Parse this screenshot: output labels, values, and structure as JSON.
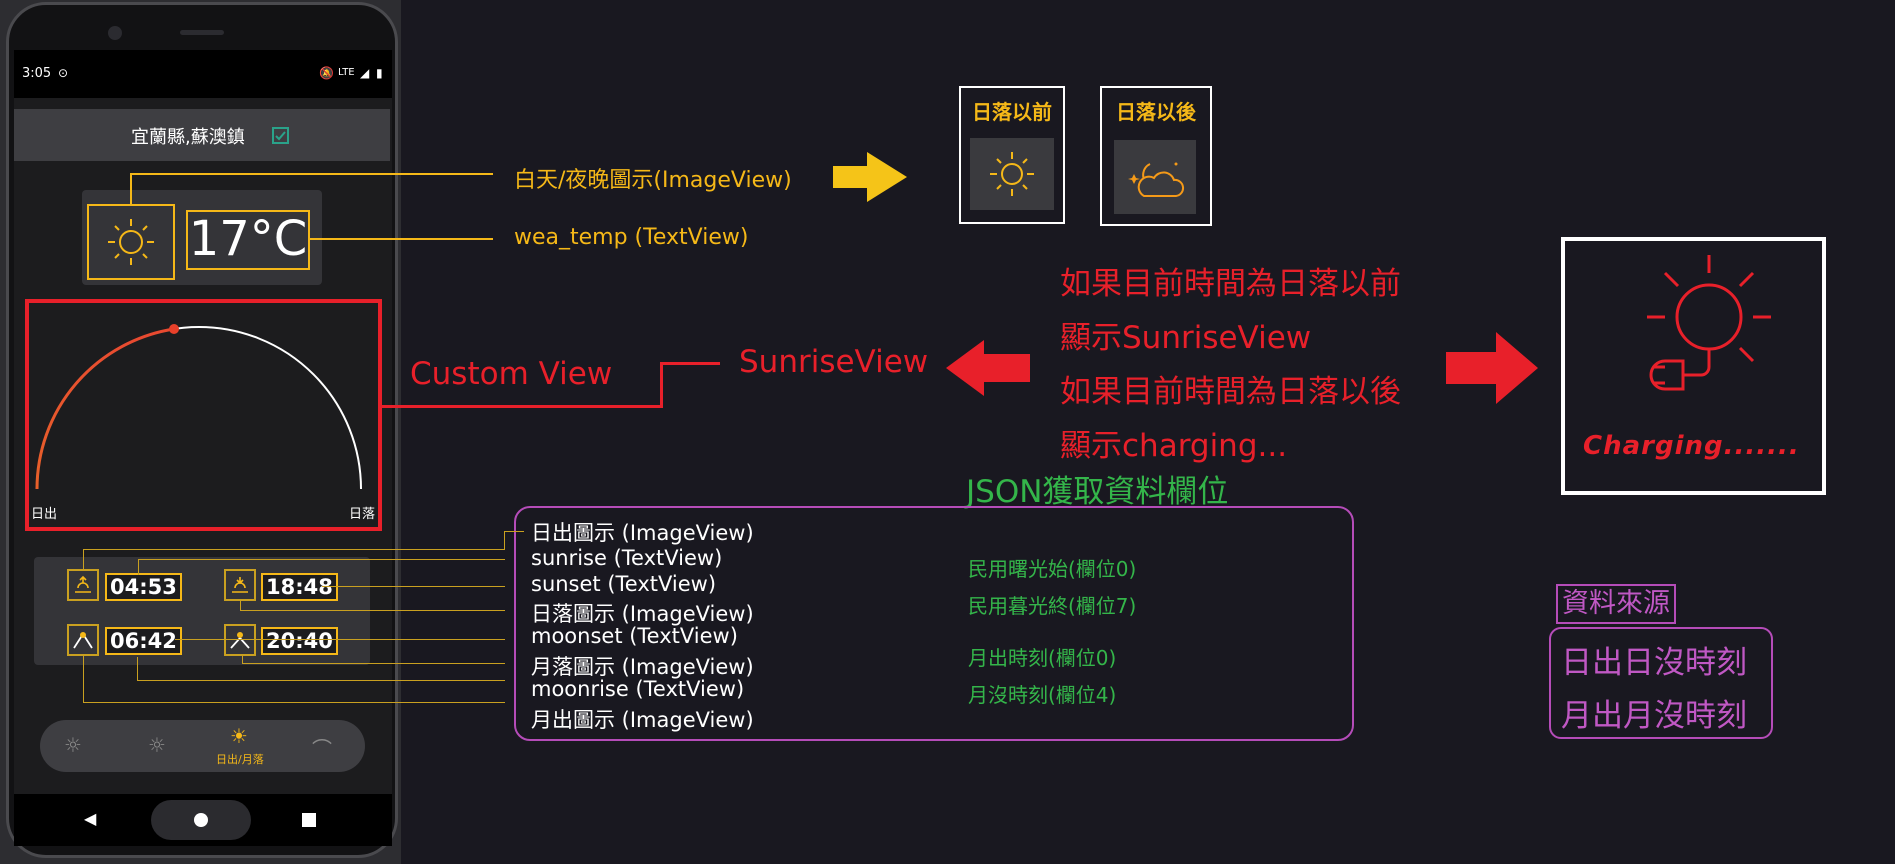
{
  "phone": {
    "status_time": "3:05",
    "status_network": "LTE",
    "location": "宜蘭縣,蘇澳鎮",
    "temperature": "17°C",
    "arc_start_label": "日出",
    "arc_end_label": "日落",
    "sunrise_time": "04:53",
    "sunset_time": "18:48",
    "moonset_time": "06:42",
    "moonrise_time": "20:40",
    "active_tab_label": "日出/月落"
  },
  "annotations": {
    "day_night_icon": "白天/夜晚圖示(ImageView)",
    "wea_temp": "wea_temp   (TextView)",
    "custom_view": "Custom View",
    "sunrise_view": "SunriseView",
    "before_sunset": "日落以前",
    "after_sunset": "日落以後",
    "condition_lines": [
      "如果目前時間為日落以前",
      "顯示SunriseView",
      "如果目前時間為日落以後",
      "顯示charging..."
    ],
    "charging_text": "Charging.......",
    "json_title": "JSON獲取資料欄位",
    "field_rows": [
      "日出圖示    (ImageView)",
      "sunrise      (TextView)",
      "sunset       (TextView)",
      "日落圖示    (ImageView)",
      "moonset    (TextView)",
      "月落圖示     (ImageView)",
      "moonrise   (TextView)",
      "月出圖示    (ImageView)"
    ],
    "json_fields": [
      "民用曙光始(欄位0)",
      "民用暮光終(欄位7)",
      "月出時刻(欄位0)",
      "月沒時刻(欄位4)"
    ],
    "source_title": "資料來源",
    "source_items": [
      "日出日沒時刻",
      "月出月沒時刻"
    ]
  },
  "colors": {
    "yellow": "#f5b818",
    "red": "#e8202a",
    "green": "#34b54a",
    "purple": "#c058c4",
    "background": "#191820"
  },
  "icons": [
    "sun-icon",
    "cloud-moon-icon",
    "charging-sun-icon",
    "sunrise-icon",
    "sunset-icon",
    "moonrise-icon",
    "moonset-icon",
    "check-icon"
  ]
}
